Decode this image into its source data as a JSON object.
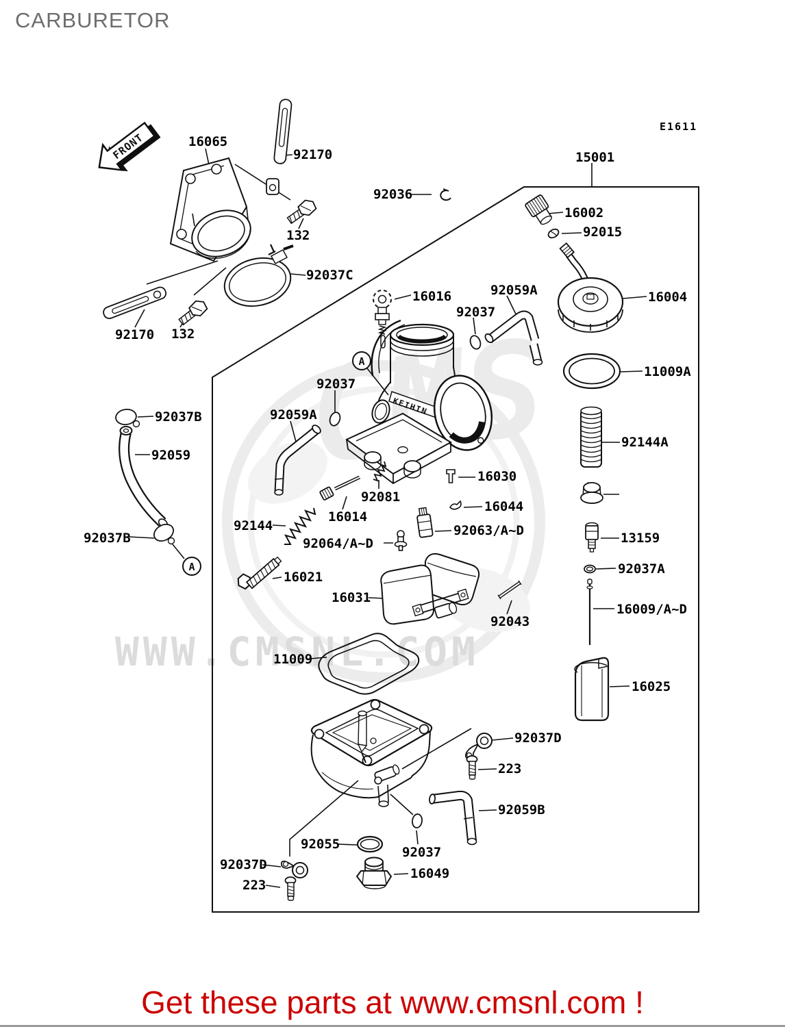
{
  "page": {
    "title": "CARBURETOR",
    "diagram_code": "E1611",
    "footer_text": "Get these parts at www.cmsnl.com !"
  },
  "watermark": {
    "logo": "CMS",
    "url": "WWW.CMSNL.COM"
  },
  "diagram": {
    "front": "FRONT",
    "brand": "KEIHIN",
    "ref_letter": "A"
  },
  "labels": [
    {
      "id": "16065",
      "text": "16065"
    },
    {
      "id": "92170-top",
      "text": "92170"
    },
    {
      "id": "132-top",
      "text": "132"
    },
    {
      "id": "92036",
      "text": "92036"
    },
    {
      "id": "15001",
      "text": "15001"
    },
    {
      "id": "16002",
      "text": "16002"
    },
    {
      "id": "92015",
      "text": "92015"
    },
    {
      "id": "16004",
      "text": "16004"
    },
    {
      "id": "92037C",
      "text": "92037C"
    },
    {
      "id": "92170-left",
      "text": "92170"
    },
    {
      "id": "132-left",
      "text": "132"
    },
    {
      "id": "16016",
      "text": "16016"
    },
    {
      "id": "92059A-top",
      "text": "92059A"
    },
    {
      "id": "92037-top",
      "text": "92037"
    },
    {
      "id": "11009A",
      "text": "11009A"
    },
    {
      "id": "92037-mid",
      "text": "92037"
    },
    {
      "id": "92059A-left",
      "text": "92059A"
    },
    {
      "id": "92037B-top",
      "text": "92037B"
    },
    {
      "id": "92059",
      "text": "92059"
    },
    {
      "id": "92144A",
      "text": "92144A"
    },
    {
      "id": "16030",
      "text": "16030"
    },
    {
      "id": "92081",
      "text": "92081"
    },
    {
      "id": "16044",
      "text": "16044"
    },
    {
      "id": "16014",
      "text": "16014"
    },
    {
      "id": "92144",
      "text": "92144"
    },
    {
      "id": "92063",
      "text": "92063/A~D"
    },
    {
      "id": "13159",
      "text": "13159"
    },
    {
      "id": "92064",
      "text": "92064/A~D"
    },
    {
      "id": "92037B-bottom",
      "text": "92037B"
    },
    {
      "id": "92037A",
      "text": "92037A"
    },
    {
      "id": "16021",
      "text": "16021"
    },
    {
      "id": "16031",
      "text": "16031"
    },
    {
      "id": "16009",
      "text": "16009/A~D"
    },
    {
      "id": "92043",
      "text": "92043"
    },
    {
      "id": "11009",
      "text": "11009"
    },
    {
      "id": "16025",
      "text": "16025"
    },
    {
      "id": "92037D-right",
      "text": "92037D"
    },
    {
      "id": "223-right",
      "text": "223"
    },
    {
      "id": "92059B",
      "text": "92059B"
    },
    {
      "id": "92055",
      "text": "92055"
    },
    {
      "id": "92037-bottom",
      "text": "92037"
    },
    {
      "id": "92037D-left",
      "text": "92037D"
    },
    {
      "id": "16049",
      "text": "16049"
    },
    {
      "id": "223-left",
      "text": "223"
    }
  ]
}
